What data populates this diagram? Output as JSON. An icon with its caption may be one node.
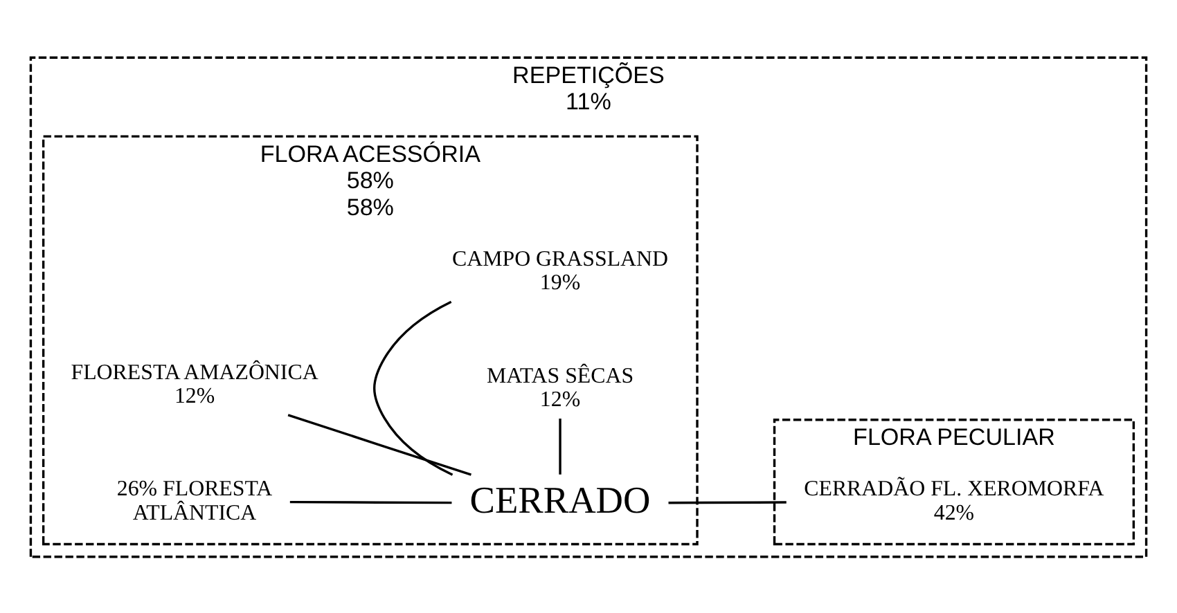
{
  "diagram": {
    "nodes": [
      {
        "text": [
          "REPETIÇÕES",
          "11%"
        ]
      },
      {
        "text": [
          "FLORA ACESSÓRIA"
        ],
        "beside": [
          "58%",
          "58%"
        ],
        "in": 0
      },
      {
        "text": [
          "FLORESTA AMAZÔNICA 12%"
        ],
        "in": 1
      },
      {
        "text": [
          "CAMPO GRASSLAND 19%"
        ],
        "in": 1
      },
      {
        "text": [
          "CERRADO"
        ],
        "in": 1
      },
      {
        "text": [
          "26% FLORESTA ATLÂNTICA"
        ],
        "in": 1
      },
      {
        "text": [
          "MATAS SÊCAS 12%"
        ],
        "in": 1
      },
      {
        "text": [
          "FLORA PECULIAR"
        ],
        "in": 0
      },
      {
        "text": [
          "CERRADÃO FL. XEROMORFA 42%"
        ],
        "in": 7
      }
    ],
    "edges": [
      {
        "from": 2,
        "to": 4,
        "arrow": "none"
      },
      {
        "from": 4,
        "to": 3,
        "arrow": "none"
      },
      {
        "from": 5,
        "to": 4,
        "arrow": "none"
      },
      {
        "from": 4,
        "to": 6,
        "arrow": "none"
      },
      {
        "from": 4,
        "to": 8,
        "arrow": "none"
      }
    ]
  }
}
